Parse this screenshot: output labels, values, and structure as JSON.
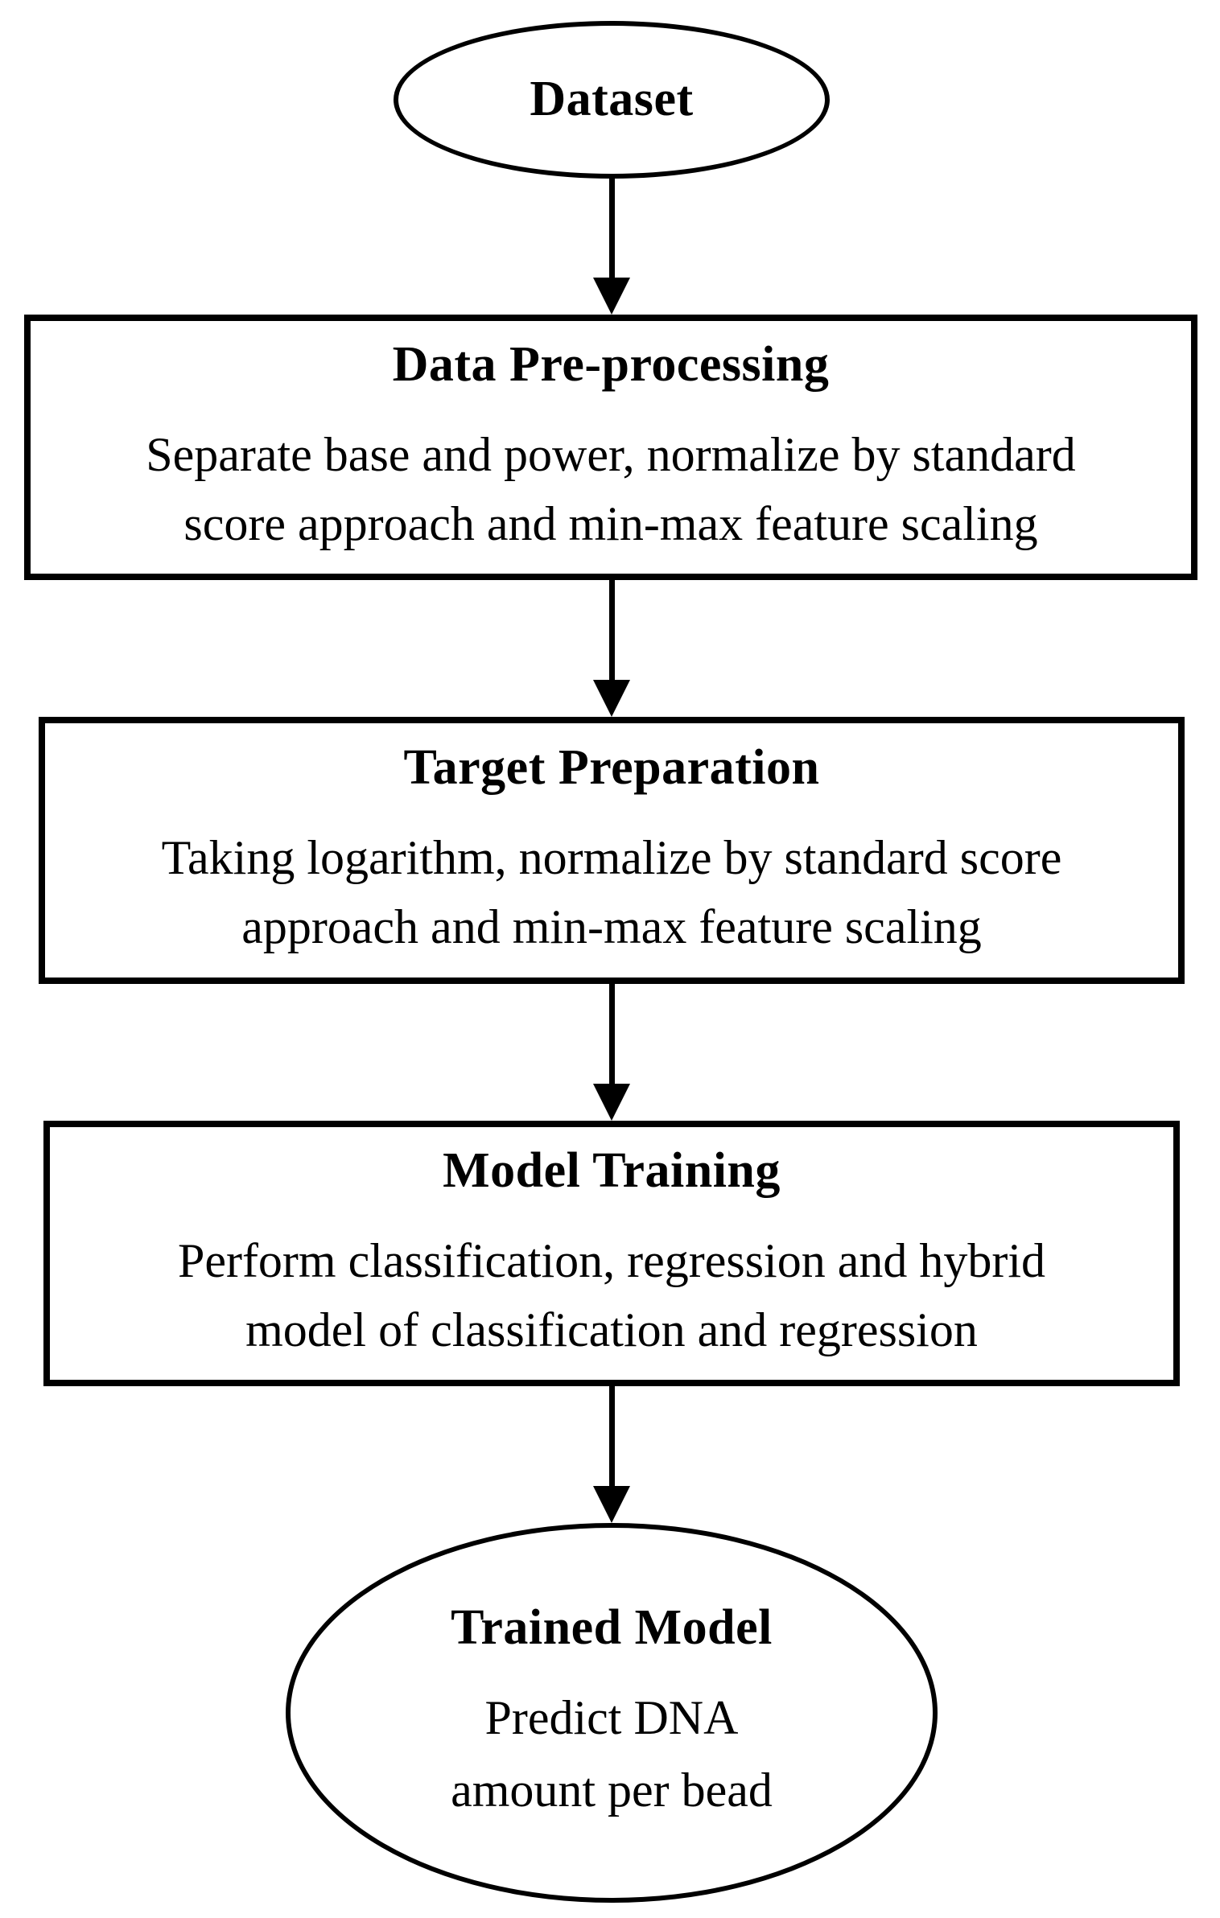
{
  "diagram": {
    "type": "flowchart",
    "colors": {
      "background": "#ffffff",
      "stroke": "#000000",
      "text": "#000000"
    },
    "nodes": [
      {
        "id": "dataset",
        "shape": "ellipse",
        "title": "Dataset",
        "lines": []
      },
      {
        "id": "data-preprocessing",
        "shape": "rect",
        "title": "Data Pre-processing",
        "lines": [
          "Separate base and power, normalize by standard",
          "score approach and min-max feature scaling"
        ]
      },
      {
        "id": "target-preparation",
        "shape": "rect",
        "title": "Target Preparation",
        "lines": [
          "Taking logarithm, normalize by standard score",
          "approach and min-max feature scaling"
        ]
      },
      {
        "id": "model-training",
        "shape": "rect",
        "title": "Model Training",
        "lines": [
          "Perform classification, regression and hybrid",
          "model of classification and regression"
        ]
      },
      {
        "id": "trained-model",
        "shape": "ellipse",
        "title": "Trained Model",
        "lines": [
          "Predict DNA",
          "amount per bead"
        ]
      }
    ],
    "edges": [
      {
        "from": "dataset",
        "to": "data-preprocessing"
      },
      {
        "from": "data-preprocessing",
        "to": "target-preparation"
      },
      {
        "from": "target-preparation",
        "to": "model-training"
      },
      {
        "from": "model-training",
        "to": "trained-model"
      }
    ]
  }
}
